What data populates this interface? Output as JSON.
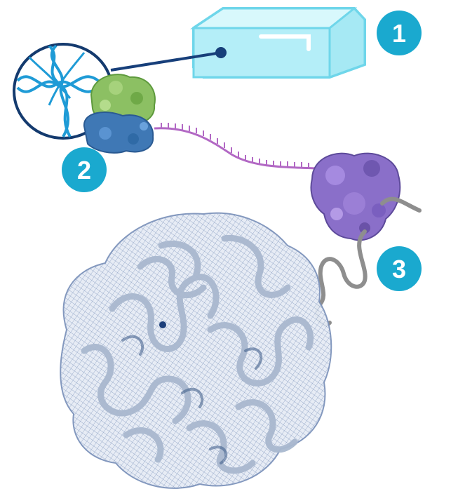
{
  "steps": [
    {
      "number": "1",
      "depicts": "gel-block"
    },
    {
      "number": "2",
      "depicts": "transcription-complex"
    },
    {
      "number": "3",
      "depicts": "ribosome"
    }
  ],
  "icons": [
    "gel-block-icon",
    "dna-strand-icon",
    "rna-polymerase-icon",
    "mrna-strand-icon",
    "ribosome-icon",
    "folded-protein-icon"
  ],
  "colors": {
    "badge": "#1aa9cf",
    "badge_text": "#ffffff",
    "gel_fill": "#aeeef7",
    "gel_stroke": "#6fd6ea",
    "pointer_line": "#173f7a",
    "dna": "#1f9bd6",
    "zoom_circle": "#143a6e",
    "polymerase_green": "#8cc063",
    "polymerase_blue": "#3f78b5",
    "mrna": "#b268c4",
    "ribosome": "#8a6fc9",
    "peptide": "#8e8e8e",
    "protein_mesh": "#8aa0c4"
  }
}
